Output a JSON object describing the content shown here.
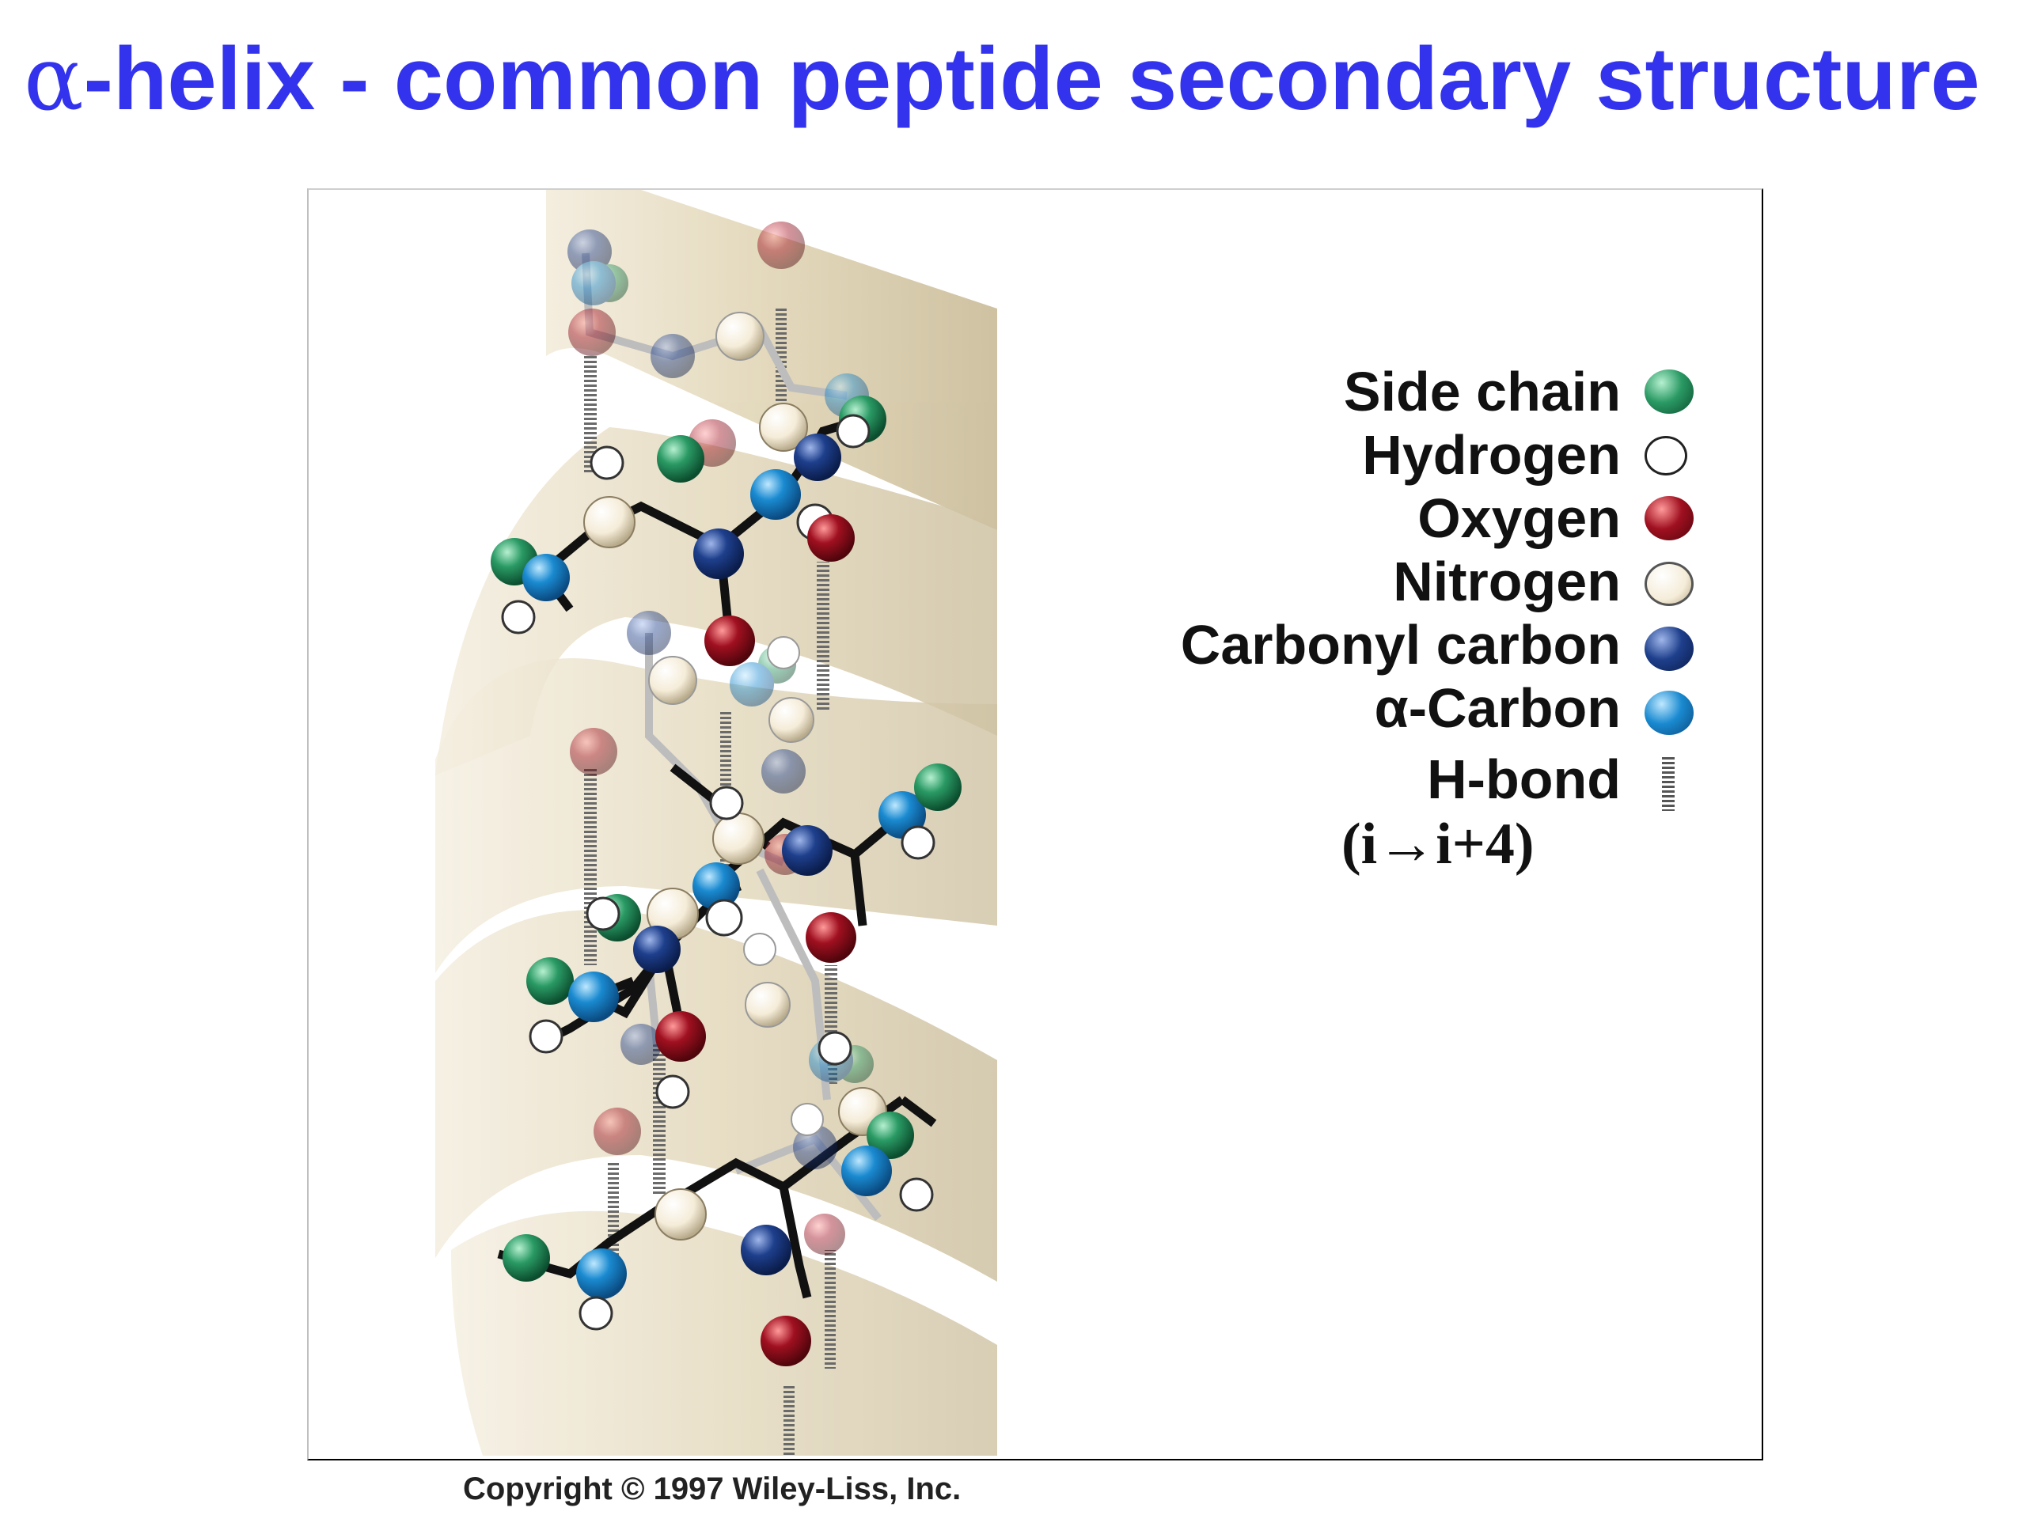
{
  "title": {
    "alpha": "α",
    "text": "-helix - common peptide secondary structure"
  },
  "legend": {
    "items": [
      {
        "label": "Side chain",
        "icon": "side-chain-atom-icon",
        "color": "#1f8a5a"
      },
      {
        "label": "Hydrogen",
        "icon": "hydrogen-atom-icon",
        "color": "#ffffff"
      },
      {
        "label": "Oxygen",
        "icon": "oxygen-atom-icon",
        "color": "#a01020"
      },
      {
        "label": "Nitrogen",
        "icon": "nitrogen-atom-icon",
        "color": "#f5ecd8"
      },
      {
        "label": "Carbonyl carbon",
        "icon": "carbonyl-carbon-atom-icon",
        "color": "#1e3f8c"
      },
      {
        "label": "α-Carbon",
        "icon": "alpha-carbon-atom-icon",
        "color": "#1a8ad0"
      },
      {
        "label": "H-bond",
        "icon": "h-bond-icon",
        "color": "#555555"
      }
    ],
    "hbond_note": "(i→i+4)"
  },
  "copyright": "Copyright © 1997 Wiley-Liss, Inc.",
  "colors": {
    "title": "#3333ee",
    "ribbon": "#e4d9bd"
  }
}
